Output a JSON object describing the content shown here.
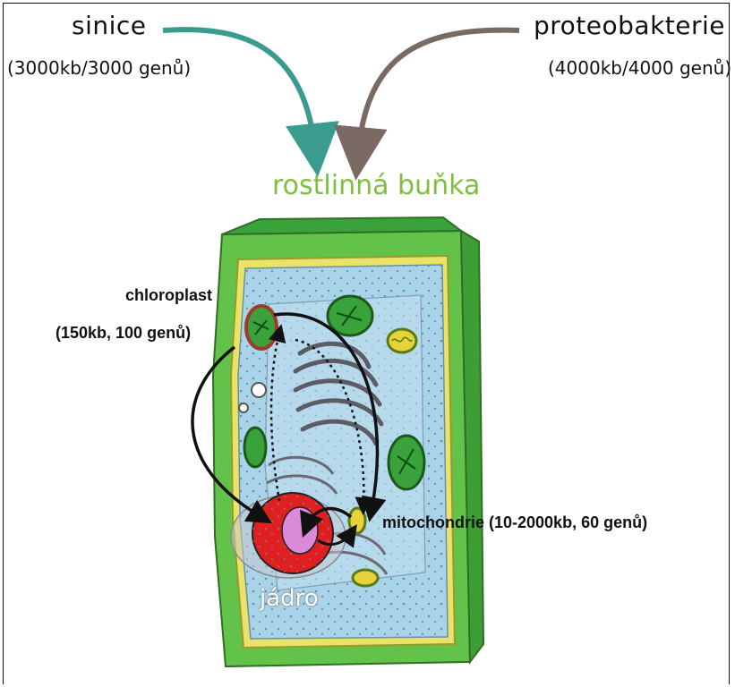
{
  "sources": {
    "left": {
      "name": "sinice",
      "genome": "(3000kb/3000 genů)"
    },
    "right": {
      "name": "proteobakterie",
      "genome": "(4000kb/4000 genů)"
    }
  },
  "target": {
    "label": "rostlinná buňka"
  },
  "organelles": {
    "chloroplast": {
      "name": "chloroplast",
      "genome": "(150kb, 100 genů)"
    },
    "mitochondria": {
      "label": "mitochondrie (10-2000kb, 60 genů)"
    },
    "nucleus": {
      "label": "jádro"
    }
  },
  "colors": {
    "teal_arrow": "#3a9b8f",
    "brown_arrow": "#7b6a63",
    "target_green": "#7fbf3f",
    "cell_wall": "#5fbf3a",
    "cytoplasm": "#a9d3e8",
    "nucleus": "#e02020"
  }
}
